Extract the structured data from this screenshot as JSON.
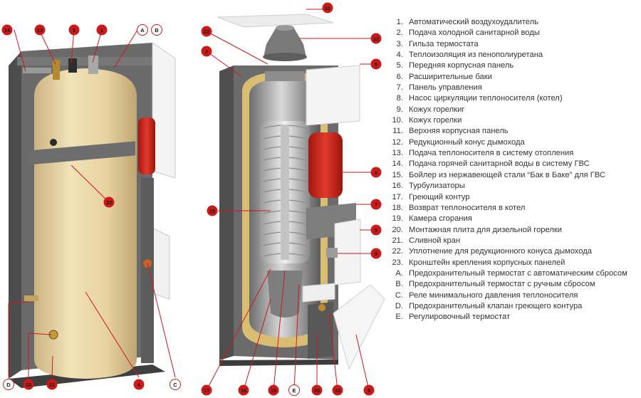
{
  "legend": {
    "items": [
      {
        "key": "1.",
        "text": "Автоматический воздухоудалитель"
      },
      {
        "key": "2.",
        "text": "Подача холодной санитарной воды"
      },
      {
        "key": "3.",
        "text": "Гильза термостата"
      },
      {
        "key": "4.",
        "text": "Теплоизоляция из пенополиуретана"
      },
      {
        "key": "5.",
        "text": "Передняя корпусная панель"
      },
      {
        "key": "6.",
        "text": "Расширительные баки"
      },
      {
        "key": "7.",
        "text": "Панель управления"
      },
      {
        "key": "8.",
        "text": "Насос циркуляции теплоносителя (котел)"
      },
      {
        "key": "9.",
        "text": "Кожух горелкиг"
      },
      {
        "key": "10.",
        "text": "Кожух горелки"
      },
      {
        "key": "11.",
        "text": "Верхняя корпусная панель"
      },
      {
        "key": "12.",
        "text": "Редукционный конус дымохода"
      },
      {
        "key": "13.",
        "text": "Подача теплоносителя в систему отопления"
      },
      {
        "key": "14.",
        "text": "Подача горячей санитарной воды в систему ГВС"
      },
      {
        "key": "15.",
        "text": "Бойлер из нержавеющей стали “Бак в Баке” для ГВС"
      },
      {
        "key": "16.",
        "text": "Турбулизаторы"
      },
      {
        "key": "17.",
        "text": "Греющий контур"
      },
      {
        "key": "18.",
        "text": "Возврат теплоносителя в котел"
      },
      {
        "key": "19.",
        "text": "Камера сгорания"
      },
      {
        "key": "20.",
        "text": "Монтажная плита для дизельной горелки"
      },
      {
        "key": "21.",
        "text": "Сливной кран"
      },
      {
        "key": "22.",
        "text": "Уплотнение для редукционного конуса дымохода"
      },
      {
        "key": "23.",
        "text": "Кронштейн крепления корпусных панелей"
      },
      {
        "key": "A.",
        "text": "Предохранительный термостат с автоматическим сбросом"
      },
      {
        "key": "B.",
        "text": "Предохранительный термостат с ручным сбросом"
      },
      {
        "key": "C.",
        "text": "Реле минимального давления теплоносителя"
      },
      {
        "key": "D.",
        "text": "Предохранительный клапан греющего контура"
      },
      {
        "key": "E.",
        "text": "Регулировочный термостат"
      }
    ]
  },
  "callouts": {
    "l14": "14",
    "l13": "13",
    "l3": "3",
    "l1": "1",
    "lA": "A",
    "lB": "B",
    "l23": "23",
    "lD": "D",
    "l18": "18",
    "l21": "21",
    "l4": "4",
    "lC": "C",
    "r11": "11",
    "r22": "22",
    "r12": "12",
    "r2": "2",
    "r5a": "5",
    "r6": "6",
    "r15": "15",
    "r7": "7",
    "r5b": "5",
    "r8": "8",
    "r17": "17",
    "r16": "16",
    "r19": "19",
    "rE": "E",
    "r20": "20",
    "r10": "10",
    "r9": "9"
  },
  "colors": {
    "callout_red": "#cc1a1a",
    "tank_cream": "#e9d6a6",
    "casing_gray": "#5b5b5b",
    "panel_white": "#f2f2f2",
    "expansion_tank_red": "#d62b1f"
  }
}
